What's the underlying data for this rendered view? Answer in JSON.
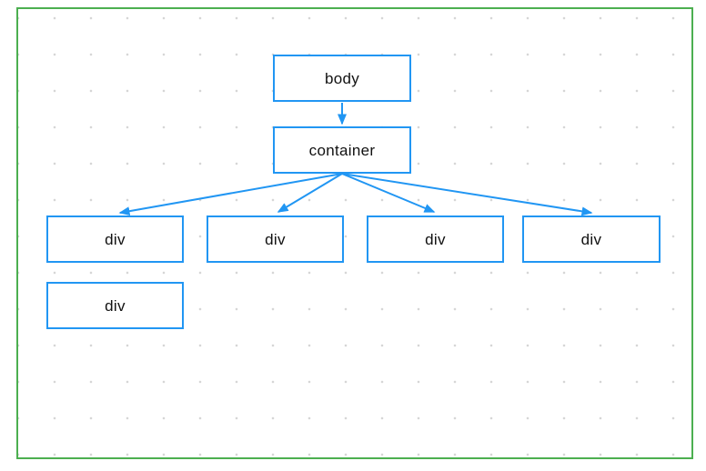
{
  "canvas": {
    "background": "#ffffff",
    "grid_dot_color": "#d6d6d6",
    "frame_border_color": "#4caf50"
  },
  "colors": {
    "node_border": "#2196f3",
    "arrow": "#2196f3",
    "label_text": "#111111"
  },
  "nodes": {
    "body": "body",
    "container": "container",
    "div1": "div",
    "div2": "div",
    "div3": "div",
    "div4": "div",
    "div5": "div"
  },
  "edges": [
    {
      "from": "body",
      "to": "container"
    },
    {
      "from": "container",
      "to": "div1"
    },
    {
      "from": "container",
      "to": "div2"
    },
    {
      "from": "container",
      "to": "div3"
    },
    {
      "from": "container",
      "to": "div4"
    }
  ]
}
